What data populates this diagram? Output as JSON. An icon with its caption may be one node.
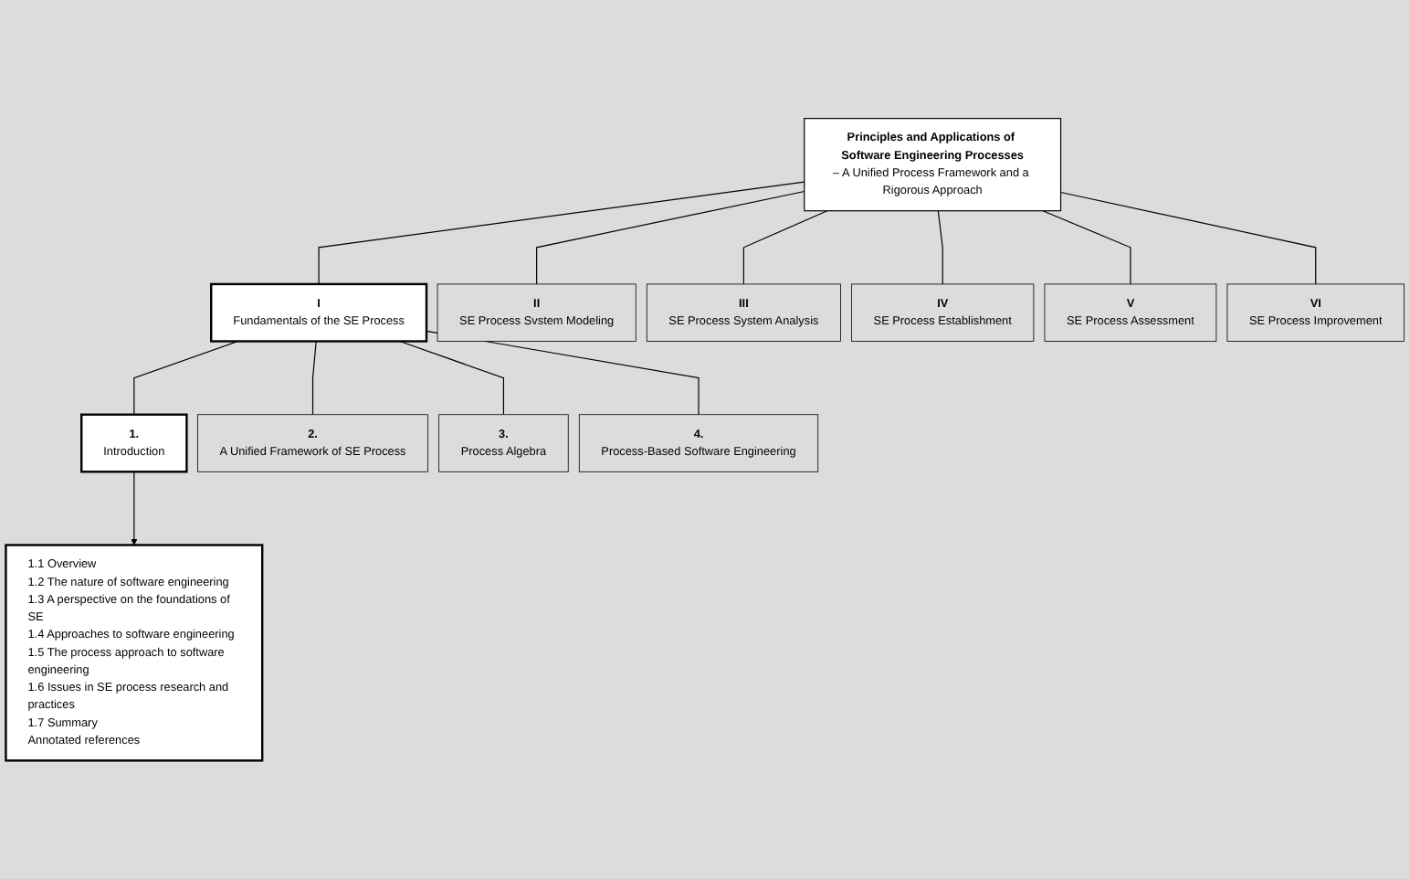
{
  "diagram": {
    "nodes": [
      {
        "text": [
          "Principles and Applications of Software Engineering Processes",
          "– A Unified Process Framework and a Rigorous Approach"
        ]
      },
      {
        "text": [
          "I",
          "Fundamentals of the SE Process"
        ]
      },
      {
        "text": [
          "II",
          "SE Process Svstem Modeling"
        ]
      },
      {
        "text": [
          "III",
          "SE Process System Analysis"
        ]
      },
      {
        "text": [
          "IV",
          "SE Process Establishment"
        ]
      },
      {
        "text": [
          "V",
          "SE Process Assessment"
        ]
      },
      {
        "text": [
          "VI",
          "SE Process Improvement"
        ]
      },
      {
        "text": [
          "1.",
          "Introduction"
        ]
      },
      {
        "text": [
          "2.",
          "A Unified Framework of SE Process"
        ]
      },
      {
        "text": [
          "3.",
          "Process Algebra"
        ]
      },
      {
        "text": [
          "4.",
          "Process-Based Software Engineering"
        ]
      },
      {
        "text": [
          "1.1 Overview",
          "1.2 The nature of software engineering",
          "1.3 A perspective on the foundations of SE",
          "1.4 Approaches to software engineering",
          "1.5 The process approach to software engineering",
          "1.6 Issues in SE process research and practices",
          "1.7 Summary",
          "Annotated references"
        ]
      }
    ],
    "edges": [
      {
        "from": 0,
        "to": 1,
        "arrow": "none"
      },
      {
        "from": 0,
        "to": 2,
        "arrow": "none"
      },
      {
        "from": 0,
        "to": 3,
        "arrow": "none"
      },
      {
        "from": 0,
        "to": 4,
        "arrow": "none"
      },
      {
        "from": 0,
        "to": 5,
        "arrow": "none"
      },
      {
        "from": 0,
        "to": 6,
        "arrow": "none"
      },
      {
        "from": 1,
        "to": 7,
        "arrow": "none"
      },
      {
        "from": 1,
        "to": 8,
        "arrow": "none"
      },
      {
        "from": 1,
        "to": 9,
        "arrow": "none"
      },
      {
        "from": 1,
        "to": 10,
        "arrow": "none"
      },
      {
        "from": 7,
        "to": 11,
        "arrow": "to"
      }
    ]
  }
}
